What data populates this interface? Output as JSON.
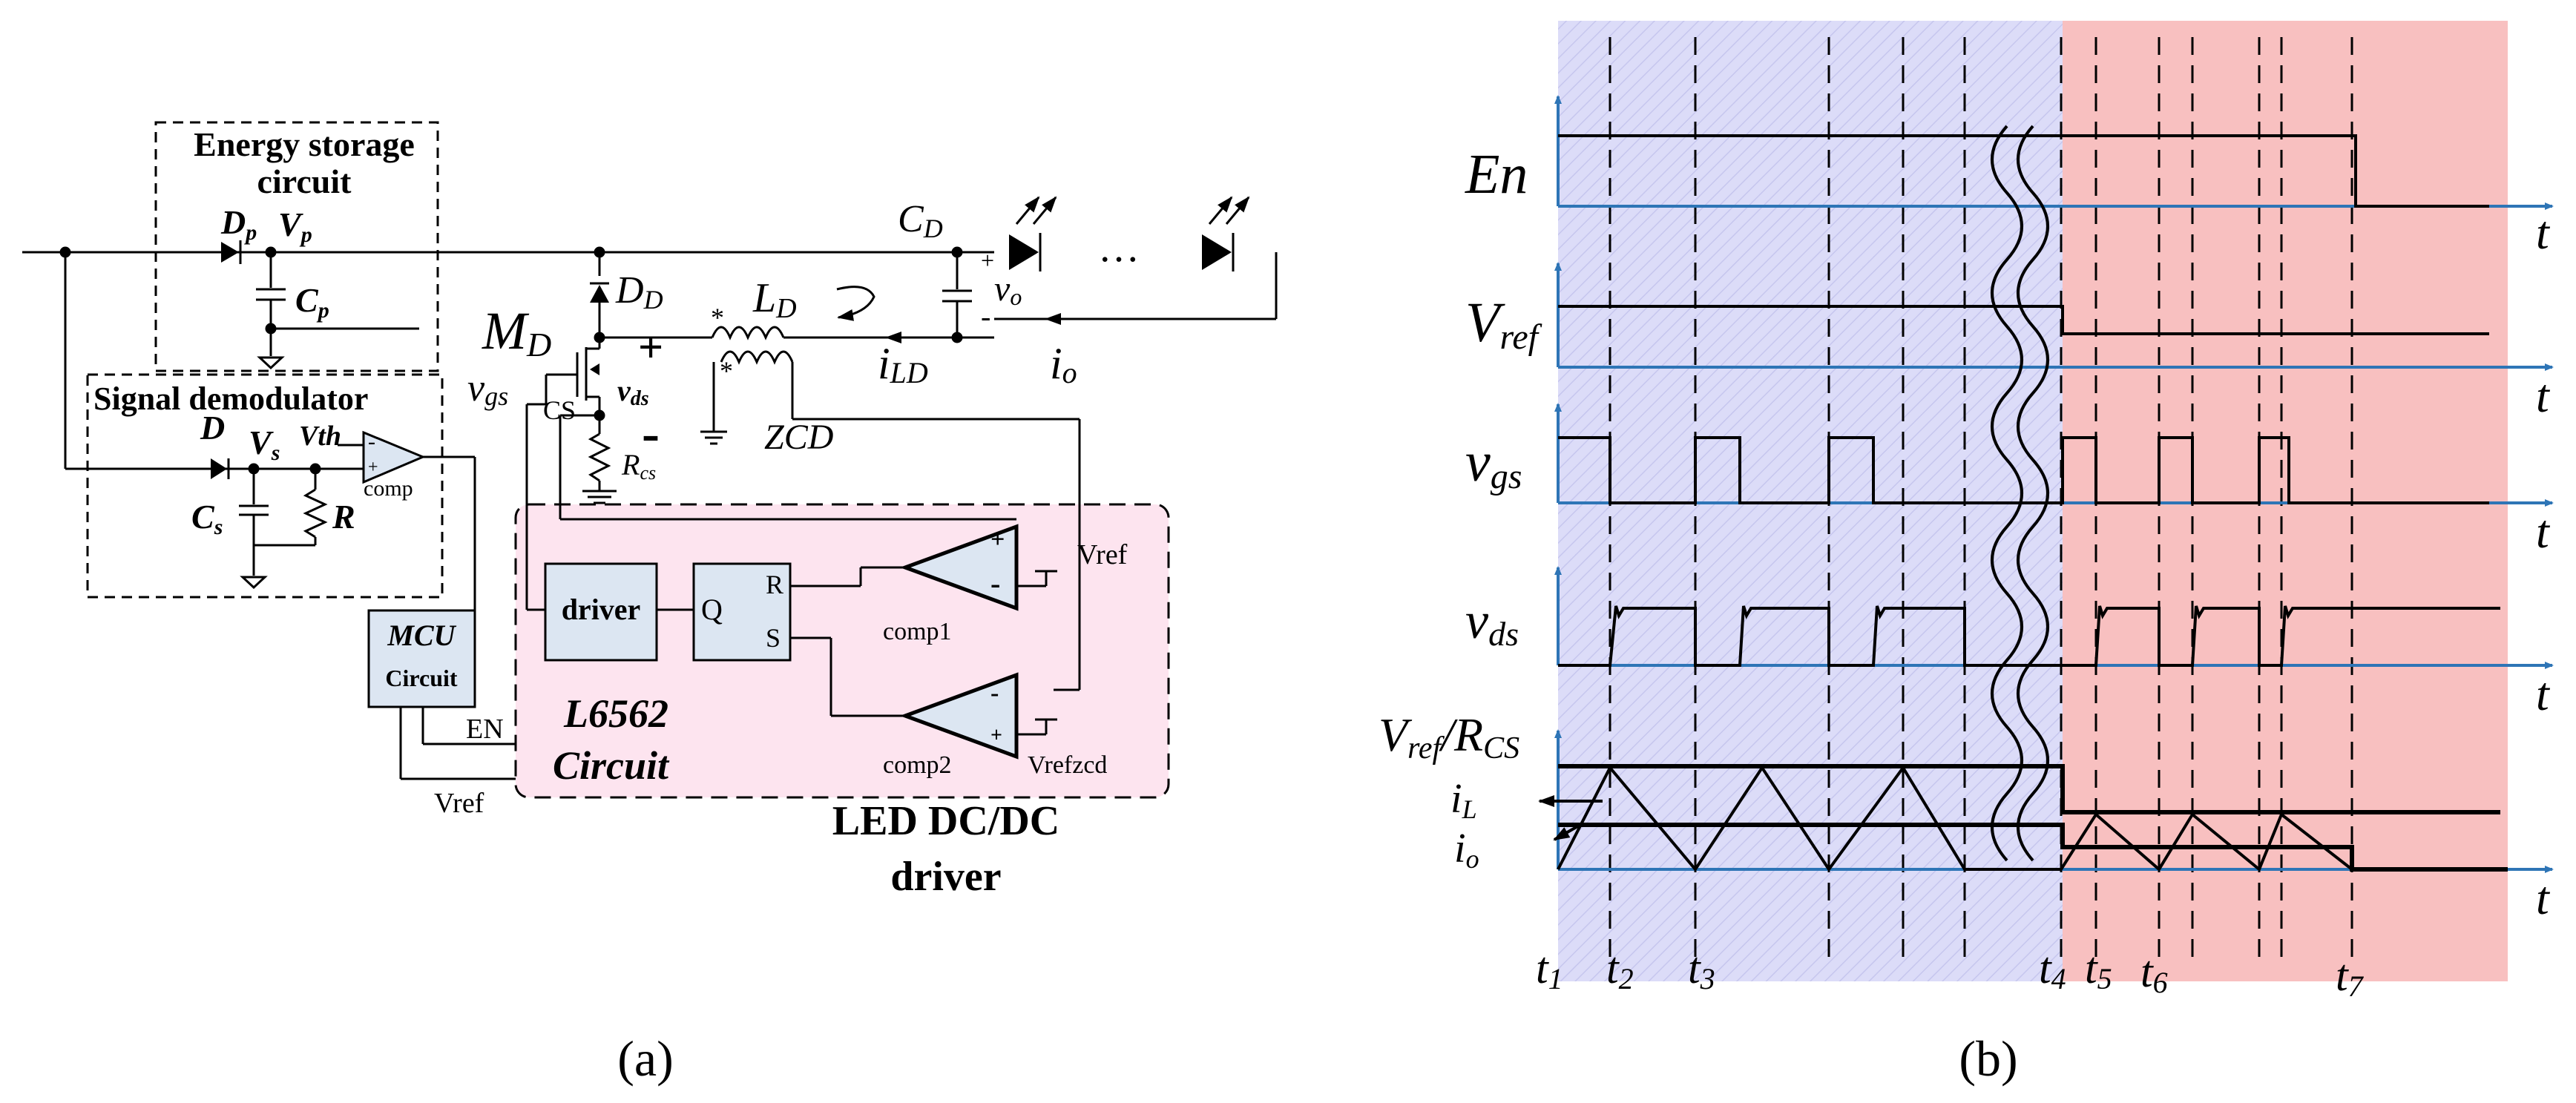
{
  "panel_a": {
    "energy_box_title_1": "Energy storage",
    "energy_box_title_2": "circuit",
    "dp_label": "D",
    "dp_sub": "p",
    "vp_label": "V",
    "vp_sub": "p",
    "cp_label": "C",
    "cp_sub": "p",
    "signal_box_title": "Signal demodulator",
    "d_label": "D",
    "vs_label": "V",
    "vs_sub": "s",
    "vth_label": "Vth",
    "cs_label": "C",
    "cs_sub": "s",
    "r_label": "R",
    "comp_label": "comp",
    "mcu_line1": "MCU",
    "mcu_line2": "Circuit",
    "en_label": "EN",
    "vref_bottom": "Vref",
    "md_label": "M",
    "md_sub": "D",
    "dd_label": "D",
    "dd_sub": "D",
    "vgs_label": "v",
    "vgs_sub": "gs",
    "cs_pin": "CS",
    "vds_label": "v",
    "vds_sub": "ds",
    "plus_sign": "+",
    "minus_sign": "-",
    "rcs_label": "R",
    "rcs_sub": "cs",
    "ld_label": "L",
    "ld_sub": "D",
    "star_a": "*",
    "star_b": "*",
    "zcd_label": "ZCD",
    "ild_label": "i",
    "ild_sub": "LD",
    "io_label": "i",
    "io_sub": "o",
    "cd_label": "C",
    "cd_sub": "D",
    "vo_label": "v",
    "vo_sub": "o",
    "cap_plus": "+",
    "cap_minus": "-",
    "ellipsis": "…",
    "driver_label": "driver",
    "q_label": "Q",
    "r_pin": "R",
    "s_pin": "S",
    "comp1_label": "comp1",
    "comp2_label": "comp2",
    "vref_comp1": "Vref",
    "vrefzcd_label": "Vrefzcd",
    "l6562_line1": "L6562",
    "l6562_line2": "Circuit",
    "led_line1": "LED DC/DC",
    "led_line2": "driver",
    "caption": "(a)"
  },
  "panel_b": {
    "signals": [
      {
        "base": "En",
        "sub": "",
        "axis": "t"
      },
      {
        "base": "V",
        "sub": "ref",
        "axis": "t"
      },
      {
        "base": "v",
        "sub": "gs",
        "axis": "t"
      },
      {
        "base": "v",
        "sub": "ds",
        "axis": "t"
      },
      {
        "base": "V",
        "sub": "ref",
        "axis": "t"
      }
    ],
    "vref_rcs_slash": "/R",
    "vref_rcs_sub": "CS",
    "il_label": "i",
    "il_sub": "L",
    "io_label": "i",
    "io_sub": "o",
    "time_marks": [
      {
        "base": "t",
        "sub": "1"
      },
      {
        "base": "t",
        "sub": "2"
      },
      {
        "base": "t",
        "sub": "3"
      },
      {
        "base": "t",
        "sub": "4"
      },
      {
        "base": "t",
        "sub": "5"
      },
      {
        "base": "t",
        "sub": "6"
      },
      {
        "base": "t",
        "sub": "7"
      }
    ],
    "caption": "(b)"
  },
  "colors": {
    "blue_region": "#dcdcf8",
    "red_region": "#f8c0c0",
    "pink_box": "#fde4ef",
    "block_fill": "#dce6f2",
    "axis_blue": "#2e75b6",
    "ink": "#000000"
  }
}
